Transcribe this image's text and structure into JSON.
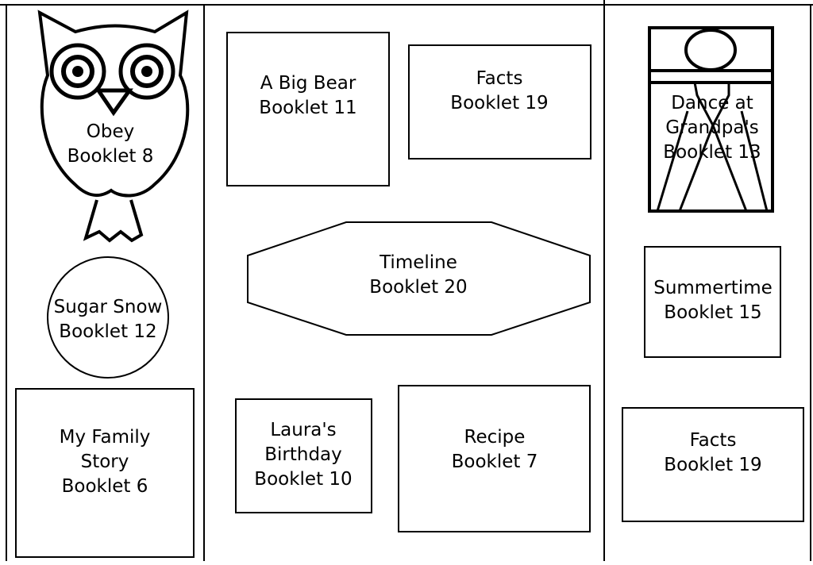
{
  "booklets": {
    "obey": {
      "lines": [
        "Obey",
        "Booklet 8"
      ]
    },
    "sugar_snow": {
      "lines": [
        "Sugar Snow",
        "Booklet 12"
      ]
    },
    "family": {
      "lines": [
        "My Family",
        "Story",
        "Booklet 6"
      ]
    },
    "big_bear": {
      "lines": [
        "A Big Bear",
        "Booklet 11"
      ]
    },
    "facts_top": {
      "lines": [
        "Facts",
        "Booklet 19"
      ]
    },
    "timeline": {
      "lines": [
        "Timeline",
        "Booklet 20"
      ]
    },
    "laura": {
      "lines": [
        "Laura's",
        "Birthday",
        "Booklet 10"
      ]
    },
    "recipe": {
      "lines": [
        "Recipe",
        "Booklet 7"
      ]
    },
    "dance": {
      "lines": [
        "Dance at",
        "Grandpa's",
        "Booklet 13"
      ]
    },
    "summertime": {
      "lines": [
        "Summertime",
        "Booklet 15"
      ]
    },
    "facts_right": {
      "lines": [
        "Facts",
        "Booklet 19"
      ]
    }
  }
}
